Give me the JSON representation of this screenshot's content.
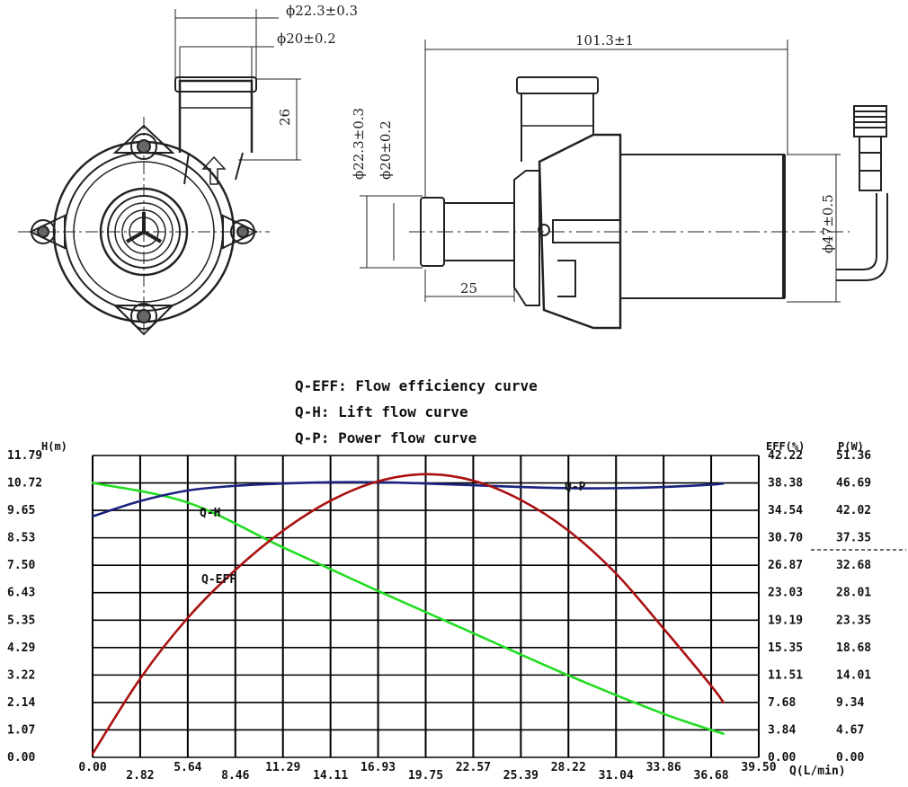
{
  "drawings": {
    "front_view": {
      "dim_outer_diameter": "ϕ22.3±0.3",
      "dim_inner_diameter": "ϕ20±0.2",
      "dim_height": "26"
    },
    "side_view": {
      "dim_length": "101.3±1",
      "dim_outer_diameter": "ϕ22.3±0.3",
      "dim_inner_diameter": "ϕ20±0.2",
      "dim_body_diameter": "ϕ47±0.5",
      "dim_inlet_length": "25"
    }
  },
  "legend": {
    "eff": "Q-EFF: Flow efficiency curve",
    "h": "Q-H: Lift flow curve",
    "p": "Q-P: Power flow curve"
  },
  "chart_data": {
    "type": "line",
    "x_label": "Q(L/min)",
    "y_left_label": "H(m)",
    "y_right_label_eff": "EFF(%)",
    "y_right_label_p": "P(W)",
    "x_ticks": [
      "0.00",
      "2.82",
      "5.64",
      "8.46",
      "11.29",
      "14.11",
      "16.93",
      "19.75",
      "22.57",
      "25.39",
      "28.22",
      "31.04",
      "33.86",
      "36.68",
      "39.50"
    ],
    "h_ticks": [
      "0.00",
      "1.07",
      "2.14",
      "3.22",
      "4.29",
      "5.35",
      "6.43",
      "7.50",
      "8.53",
      "9.65",
      "10.72",
      "11.79"
    ],
    "eff_ticks": [
      "0.00",
      "3.84",
      "7.68",
      "11.51",
      "15.35",
      "19.19",
      "23.03",
      "26.87",
      "30.70",
      "34.54",
      "38.38",
      "42.22"
    ],
    "p_ticks": [
      "0.00",
      "4.67",
      "9.34",
      "14.01",
      "18.68",
      "23.35",
      "28.01",
      "32.68",
      "37.35",
      "42.02",
      "46.69",
      "51.36"
    ],
    "x_range": [
      0,
      39.5
    ],
    "h_range": [
      0,
      11.79
    ],
    "eff_range": [
      0,
      42.22
    ],
    "p_range": [
      0,
      51.36
    ],
    "grid": true,
    "series": [
      {
        "name": "Q-H",
        "axis": "h",
        "color": "#22dd22",
        "x": [
          0,
          5.64,
          11.29,
          16.93,
          22.57,
          28.22,
          33.86,
          37.4
        ],
        "y": [
          10.72,
          9.95,
          8.2,
          6.5,
          4.85,
          3.2,
          1.7,
          0.92
        ]
      },
      {
        "name": "Q-P",
        "axis": "p",
        "color": "#1a237e",
        "x": [
          0,
          2.82,
          5.64,
          8.46,
          11.29,
          14.11,
          16.93,
          19.75,
          22.57,
          25.39,
          28.22,
          31.04,
          33.86,
          36.68,
          37.4
        ],
        "y": [
          41.0,
          43.6,
          45.4,
          46.2,
          46.6,
          46.8,
          46.8,
          46.6,
          46.3,
          46.0,
          45.8,
          45.8,
          46.0,
          46.4,
          46.6
        ]
      },
      {
        "name": "Q-EFF",
        "axis": "eff",
        "color": "#aa1111",
        "x": [
          0,
          2.82,
          5.64,
          8.46,
          11.29,
          14.11,
          16.93,
          19.75,
          22.57,
          25.39,
          28.22,
          31.04,
          33.86,
          36.68,
          37.4
        ],
        "y": [
          0.5,
          11.0,
          19.5,
          26.2,
          31.7,
          35.9,
          38.6,
          39.6,
          38.7,
          36.0,
          31.7,
          25.7,
          18.0,
          10.0,
          7.7
        ]
      }
    ],
    "curve_labels": [
      "Q-H",
      "Q-P",
      "Q-EFF"
    ]
  }
}
